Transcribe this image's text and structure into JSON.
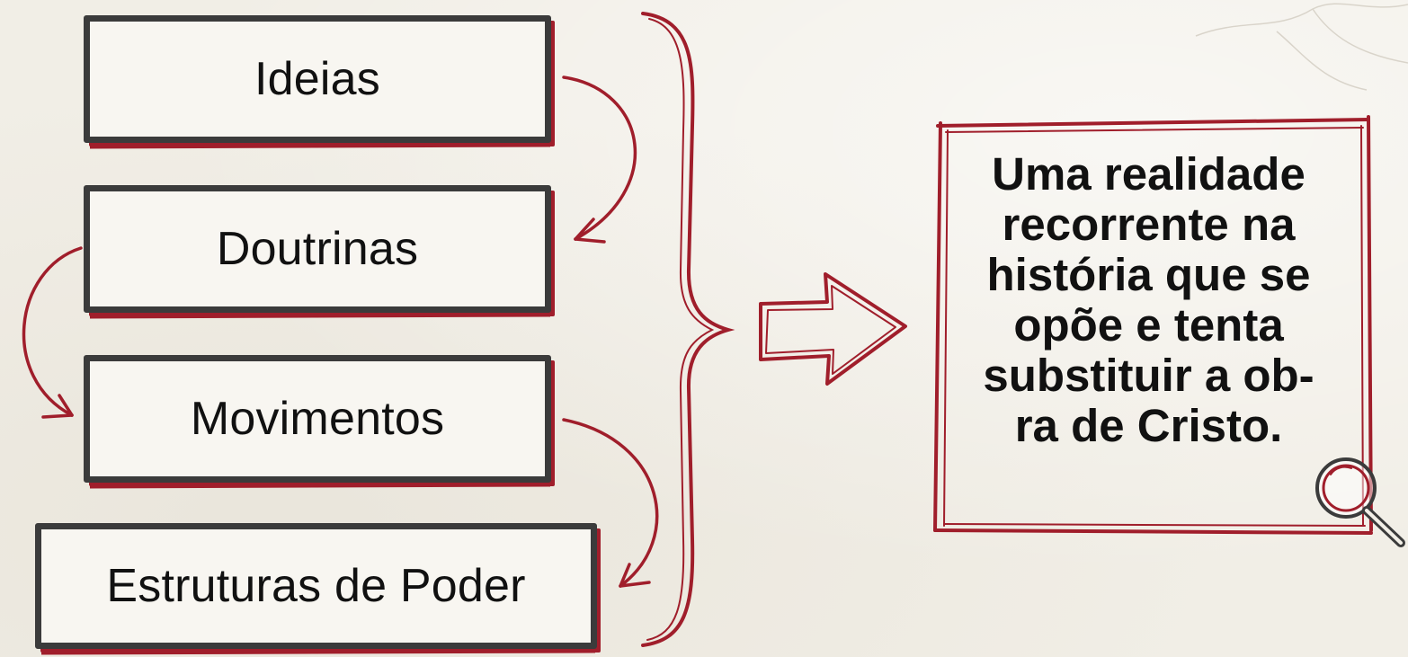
{
  "steps": [
    {
      "label": "Ideias"
    },
    {
      "label": "Doutrinas"
    },
    {
      "label": "Movimentos"
    },
    {
      "label": "Estruturas de Poder"
    }
  ],
  "conclusion": {
    "lines": [
      "Uma realidade",
      "recorrente na",
      "história que se",
      "opõe e tenta",
      "substituir a ob-",
      "ra de Cristo."
    ]
  },
  "colors": {
    "accent_red": "#a01e2b",
    "box_border": "#3b3b3b",
    "text": "#111111",
    "background": "#f1eee6"
  },
  "icons": [
    "magnifier-icon",
    "right-arrow-icon",
    "curly-brace-icon"
  ]
}
